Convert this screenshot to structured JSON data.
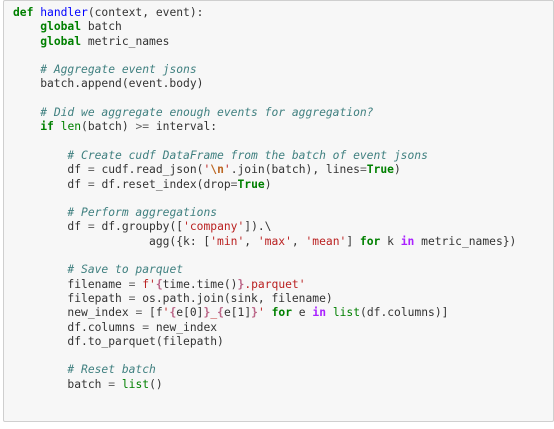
{
  "code_cell": {
    "lines": [
      [
        {
          "t": "def",
          "c": "kw"
        },
        {
          "t": " "
        },
        {
          "t": "handler",
          "c": "fn"
        },
        {
          "t": "(context, event):"
        }
      ],
      [
        {
          "t": "    "
        },
        {
          "t": "global",
          "c": "kw"
        },
        {
          "t": " batch"
        }
      ],
      [
        {
          "t": "    "
        },
        {
          "t": "global",
          "c": "kw"
        },
        {
          "t": " metric_names"
        }
      ],
      [],
      [
        {
          "t": "    "
        },
        {
          "t": "# Aggregate event jsons",
          "c": "cm"
        }
      ],
      [
        {
          "t": "    batch.append(event.body)"
        }
      ],
      [],
      [
        {
          "t": "    "
        },
        {
          "t": "# Did we aggregate enough events for aggregation?",
          "c": "cm"
        }
      ],
      [
        {
          "t": "    "
        },
        {
          "t": "if",
          "c": "kw"
        },
        {
          "t": " "
        },
        {
          "t": "len",
          "c": "bi"
        },
        {
          "t": "(batch) "
        },
        {
          "t": ">=",
          "c": "op"
        },
        {
          "t": " interval:"
        }
      ],
      [],
      [
        {
          "t": "        "
        },
        {
          "t": "# Create cudf DataFrame from the batch of event jsons",
          "c": "cm"
        }
      ],
      [
        {
          "t": "        df "
        },
        {
          "t": "=",
          "c": "op"
        },
        {
          "t": " cudf.read_json("
        },
        {
          "t": "'",
          "c": "st"
        },
        {
          "t": "\\n",
          "c": "se"
        },
        {
          "t": "'",
          "c": "st"
        },
        {
          "t": ".join(batch), lines"
        },
        {
          "t": "=",
          "c": "op"
        },
        {
          "t": "True",
          "c": "kw"
        },
        {
          "t": ")"
        }
      ],
      [
        {
          "t": "        df "
        },
        {
          "t": "=",
          "c": "op"
        },
        {
          "t": " df.reset_index(drop"
        },
        {
          "t": "=",
          "c": "op"
        },
        {
          "t": "True",
          "c": "kw"
        },
        {
          "t": ")"
        }
      ],
      [],
      [
        {
          "t": "        "
        },
        {
          "t": "# Perform aggregations",
          "c": "cm"
        }
      ],
      [
        {
          "t": "        df "
        },
        {
          "t": "=",
          "c": "op"
        },
        {
          "t": " df.groupby(["
        },
        {
          "t": "'company'",
          "c": "st"
        },
        {
          "t": "]).\\"
        }
      ],
      [
        {
          "t": "                    agg({k: ["
        },
        {
          "t": "'min'",
          "c": "st"
        },
        {
          "t": ", "
        },
        {
          "t": "'max'",
          "c": "st"
        },
        {
          "t": ", "
        },
        {
          "t": "'mean'",
          "c": "st"
        },
        {
          "t": "] "
        },
        {
          "t": "for",
          "c": "kw"
        },
        {
          "t": " k "
        },
        {
          "t": "in",
          "c": "ow"
        },
        {
          "t": " metric_names})"
        }
      ],
      [],
      [
        {
          "t": "        "
        },
        {
          "t": "# Save to parquet",
          "c": "cm"
        }
      ],
      [
        {
          "t": "        filename "
        },
        {
          "t": "=",
          "c": "op"
        },
        {
          "t": " "
        },
        {
          "t": "f'",
          "c": "st"
        },
        {
          "t": "{",
          "c": "si"
        },
        {
          "t": "time.time()"
        },
        {
          "t": "}",
          "c": "si"
        },
        {
          "t": ".parquet'",
          "c": "st"
        }
      ],
      [
        {
          "t": "        filepath "
        },
        {
          "t": "=",
          "c": "op"
        },
        {
          "t": " os.path.join(sink, filename)"
        }
      ],
      [
        {
          "t": "        new_index "
        },
        {
          "t": "=",
          "c": "op"
        },
        {
          "t": " [f"
        },
        {
          "t": "'",
          "c": "st"
        },
        {
          "t": "{",
          "c": "si"
        },
        {
          "t": "e[0]"
        },
        {
          "t": "}",
          "c": "si"
        },
        {
          "t": "_",
          "c": "st"
        },
        {
          "t": "{",
          "c": "si"
        },
        {
          "t": "e[1]"
        },
        {
          "t": "}",
          "c": "si"
        },
        {
          "t": "'",
          "c": "st"
        },
        {
          "t": " "
        },
        {
          "t": "for",
          "c": "kw"
        },
        {
          "t": " e "
        },
        {
          "t": "in",
          "c": "ow"
        },
        {
          "t": " "
        },
        {
          "t": "list",
          "c": "bi"
        },
        {
          "t": "(df.columns)]"
        }
      ],
      [
        {
          "t": "        df.columns "
        },
        {
          "t": "=",
          "c": "op"
        },
        {
          "t": " new_index"
        }
      ],
      [
        {
          "t": "        df.to_parquet(filepath)"
        }
      ],
      [],
      [
        {
          "t": "        "
        },
        {
          "t": "# Reset batch",
          "c": "cm"
        }
      ],
      [
        {
          "t": "        batch "
        },
        {
          "t": "=",
          "c": "op"
        },
        {
          "t": " "
        },
        {
          "t": "list",
          "c": "bi"
        },
        {
          "t": "()"
        }
      ]
    ]
  }
}
